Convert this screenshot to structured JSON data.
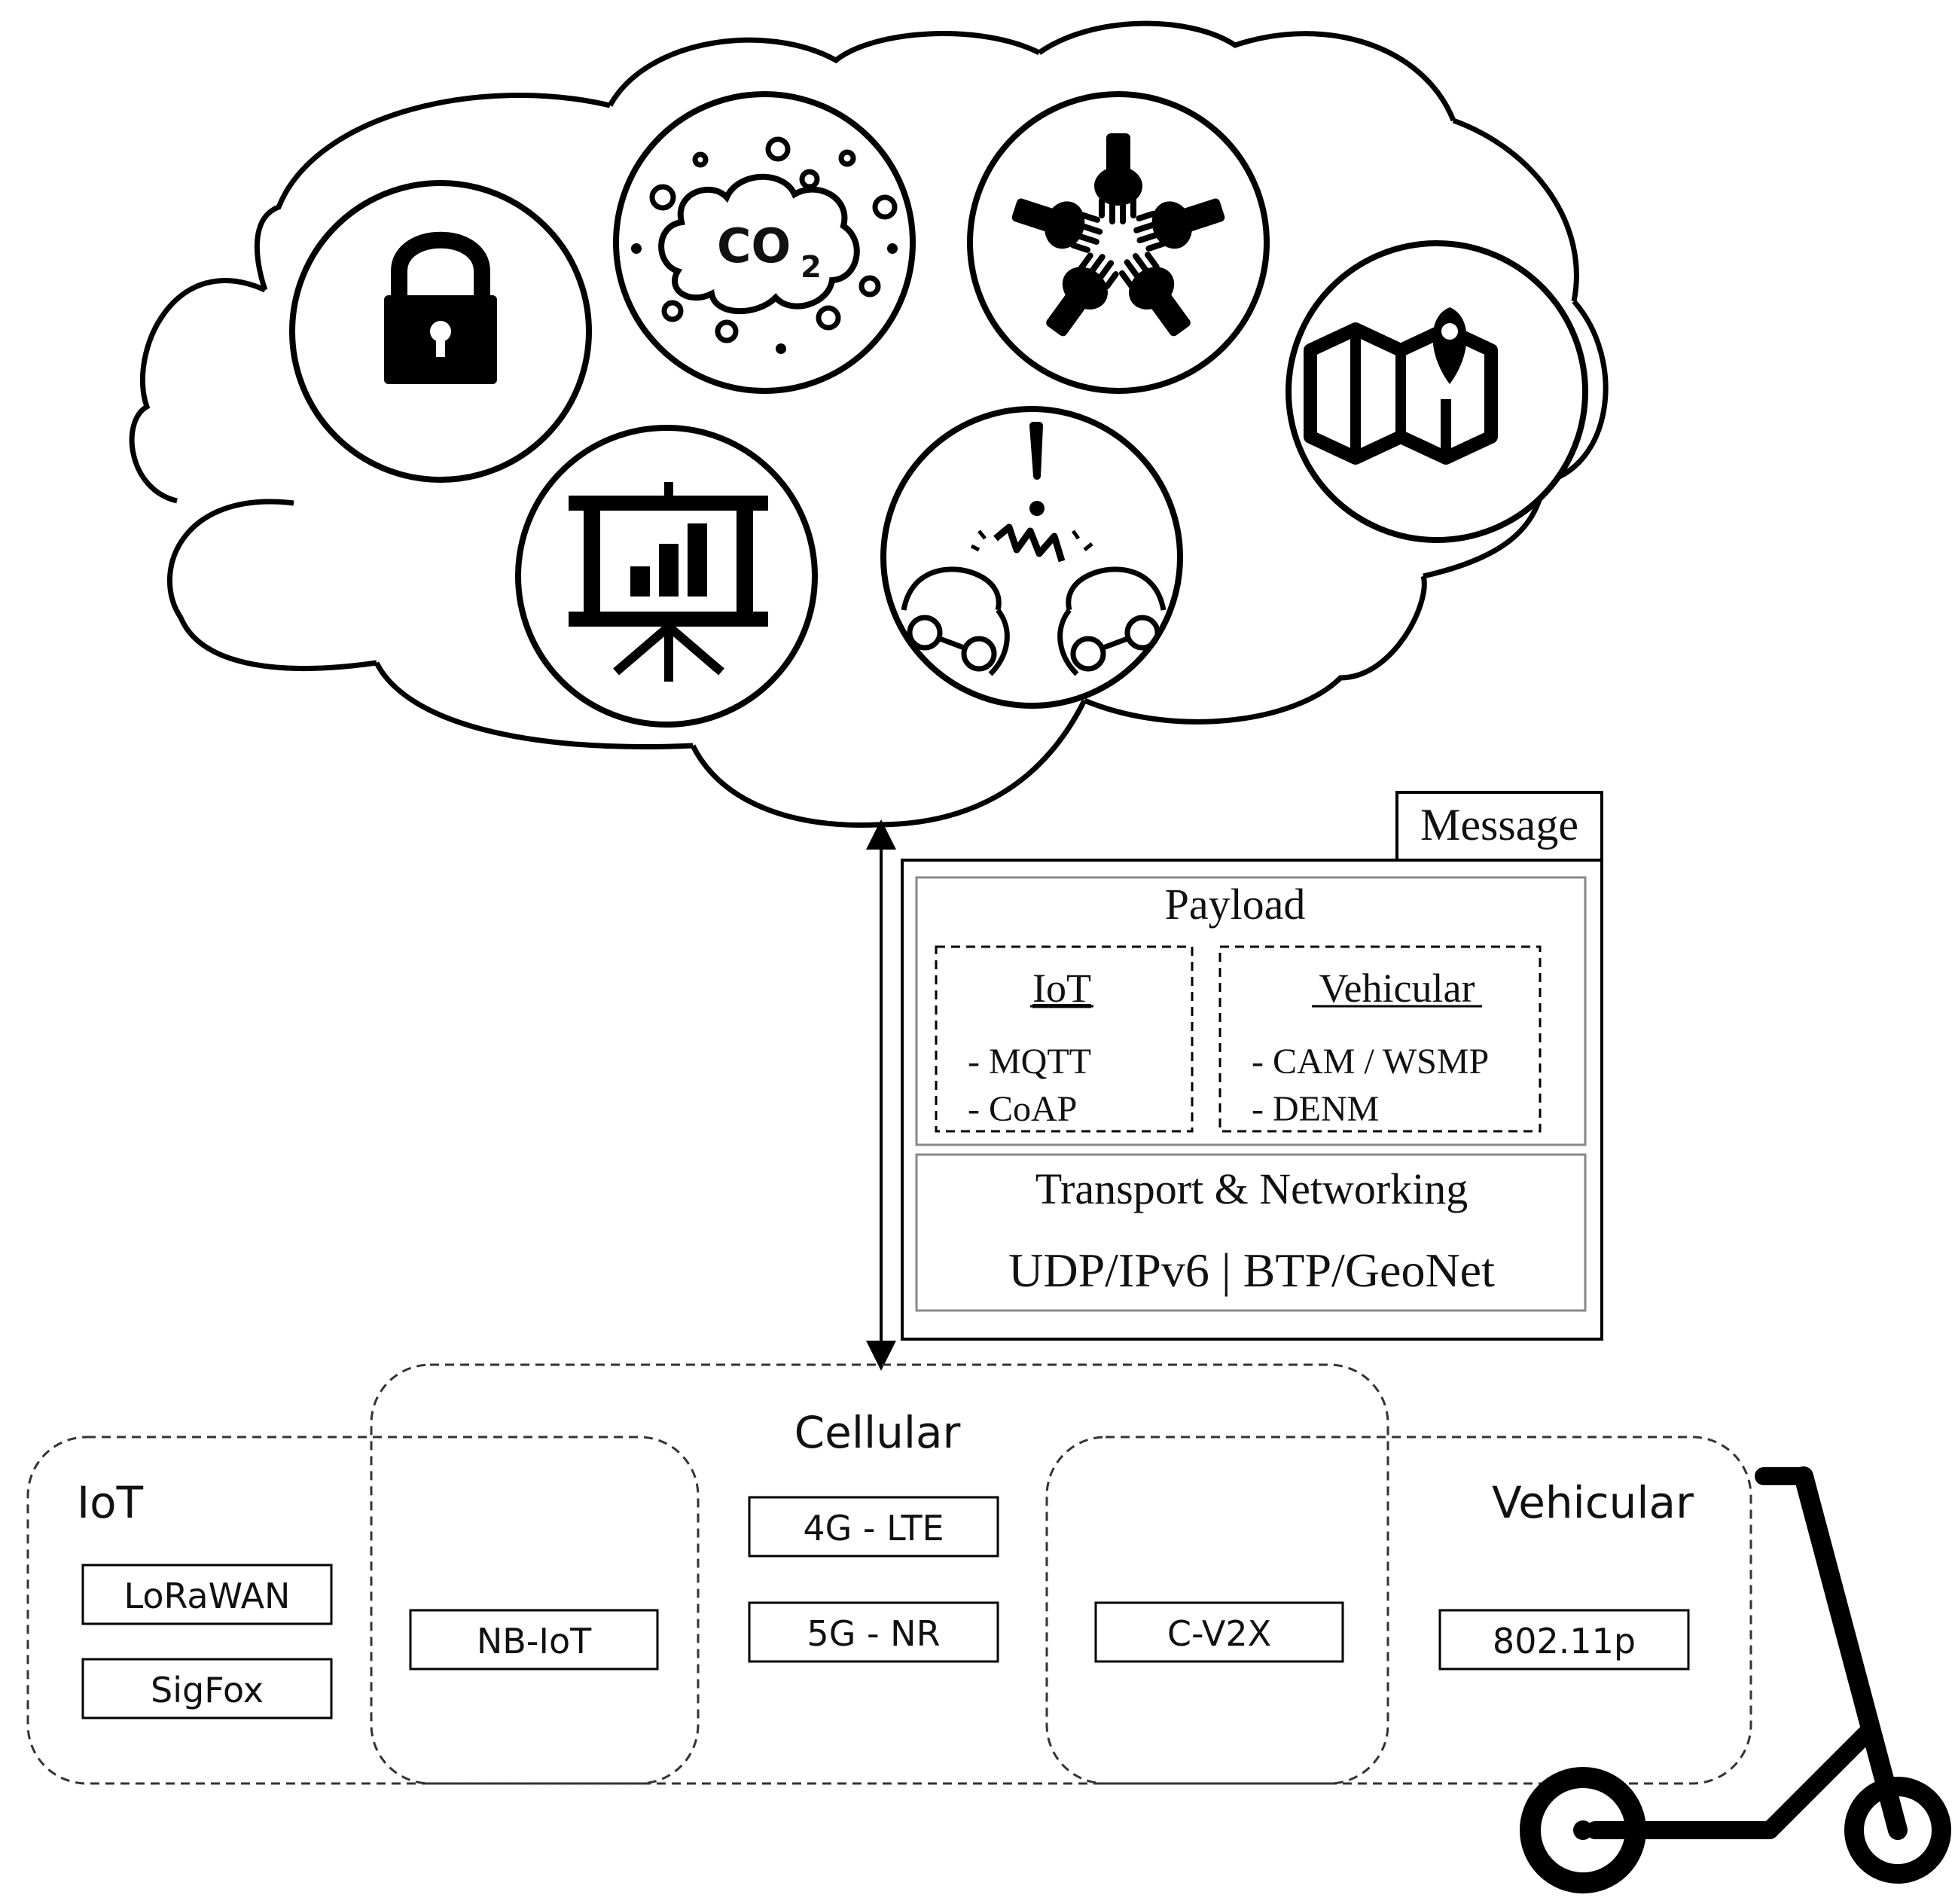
{
  "icons": {
    "co2_label_main": "CO",
    "co2_label_sub": "2"
  },
  "message": {
    "title": "Message",
    "payload": {
      "title": "Payload",
      "iot": {
        "title": "IoT",
        "items": [
          "- MQTT",
          "- CoAP"
        ]
      },
      "vehicular": {
        "title": "Vehicular",
        "items": [
          "- CAM / WSMP",
          "- DENM"
        ]
      }
    },
    "transport": {
      "title": "Transport & Networking",
      "protocols": "UDP/IPv6 | BTP/GeoNet"
    }
  },
  "networks": {
    "cellular": {
      "title": "Cellular",
      "items": [
        "4G - LTE",
        "5G - NR"
      ]
    },
    "iot": {
      "title": "IoT",
      "items": [
        "LoRaWAN",
        "SigFox"
      ]
    },
    "nbiot": "NB-IoT",
    "cv2x": "C-V2X",
    "vehicular": {
      "title": "Vehicular",
      "items": [
        "802.11p"
      ]
    }
  }
}
